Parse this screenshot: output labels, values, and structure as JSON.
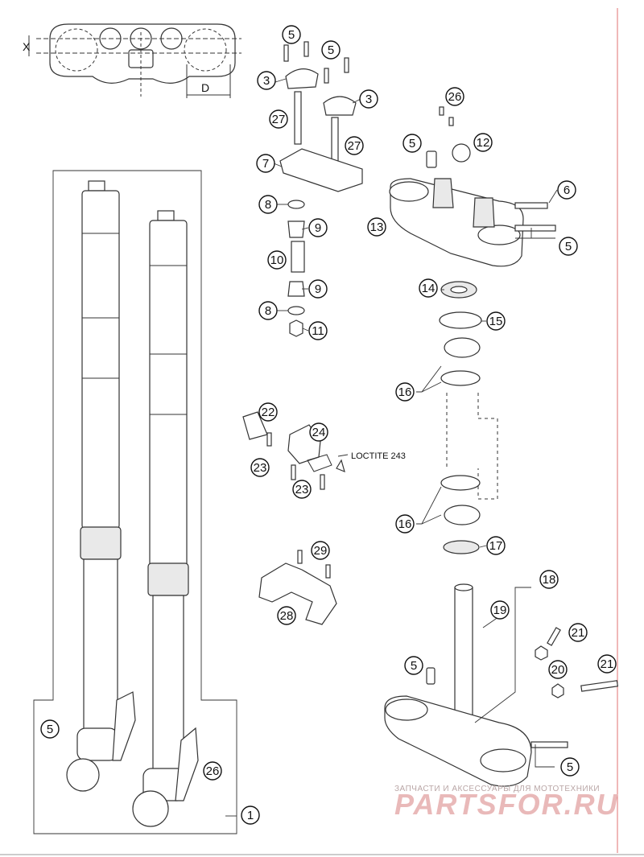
{
  "diagram": {
    "part_numbers": [
      "1",
      "3",
      "5",
      "6",
      "7",
      "8",
      "9",
      "10",
      "11",
      "12",
      "13",
      "14",
      "15",
      "16",
      "17",
      "18",
      "19",
      "20",
      "21",
      "22",
      "23",
      "24",
      "26",
      "27",
      "28",
      "29"
    ],
    "dimension_labels": {
      "x": "X",
      "d": "D"
    },
    "callouts": {
      "c1": "1",
      "c3a": "3",
      "c3b": "3",
      "c5a": "5",
      "c5b": "5",
      "c5c": "5",
      "c5d": "5",
      "c5e": "5",
      "c5f": "5",
      "c5g": "5",
      "c6": "6",
      "c7": "7",
      "c8a": "8",
      "c8b": "8",
      "c9a": "9",
      "c9b": "9",
      "c10": "10",
      "c11": "11",
      "c12": "12",
      "c13": "13",
      "c14": "14",
      "c15": "15",
      "c16a": "16",
      "c16b": "16",
      "c17": "17",
      "c18": "18",
      "c19": "19",
      "c20": "20",
      "c21a": "21",
      "c21b": "21",
      "c22": "22",
      "c23a": "23",
      "c23b": "23",
      "c24": "24",
      "c26a": "26",
      "c26b": "26",
      "c27a": "27",
      "c27b": "27",
      "c28": "28",
      "c29": "29"
    },
    "loctite_label": "LOCTITE 243"
  },
  "watermark": {
    "tagline": "ЗАПЧАСТИ И АКСЕССУАРЫ ДЛЯ МОТОТЕХНИКИ",
    "brand": "PARTSFOR.RU"
  },
  "colors": {
    "ink": "#333333",
    "watermark_red": "#e9b9b9",
    "margin_line": "#e07070"
  }
}
